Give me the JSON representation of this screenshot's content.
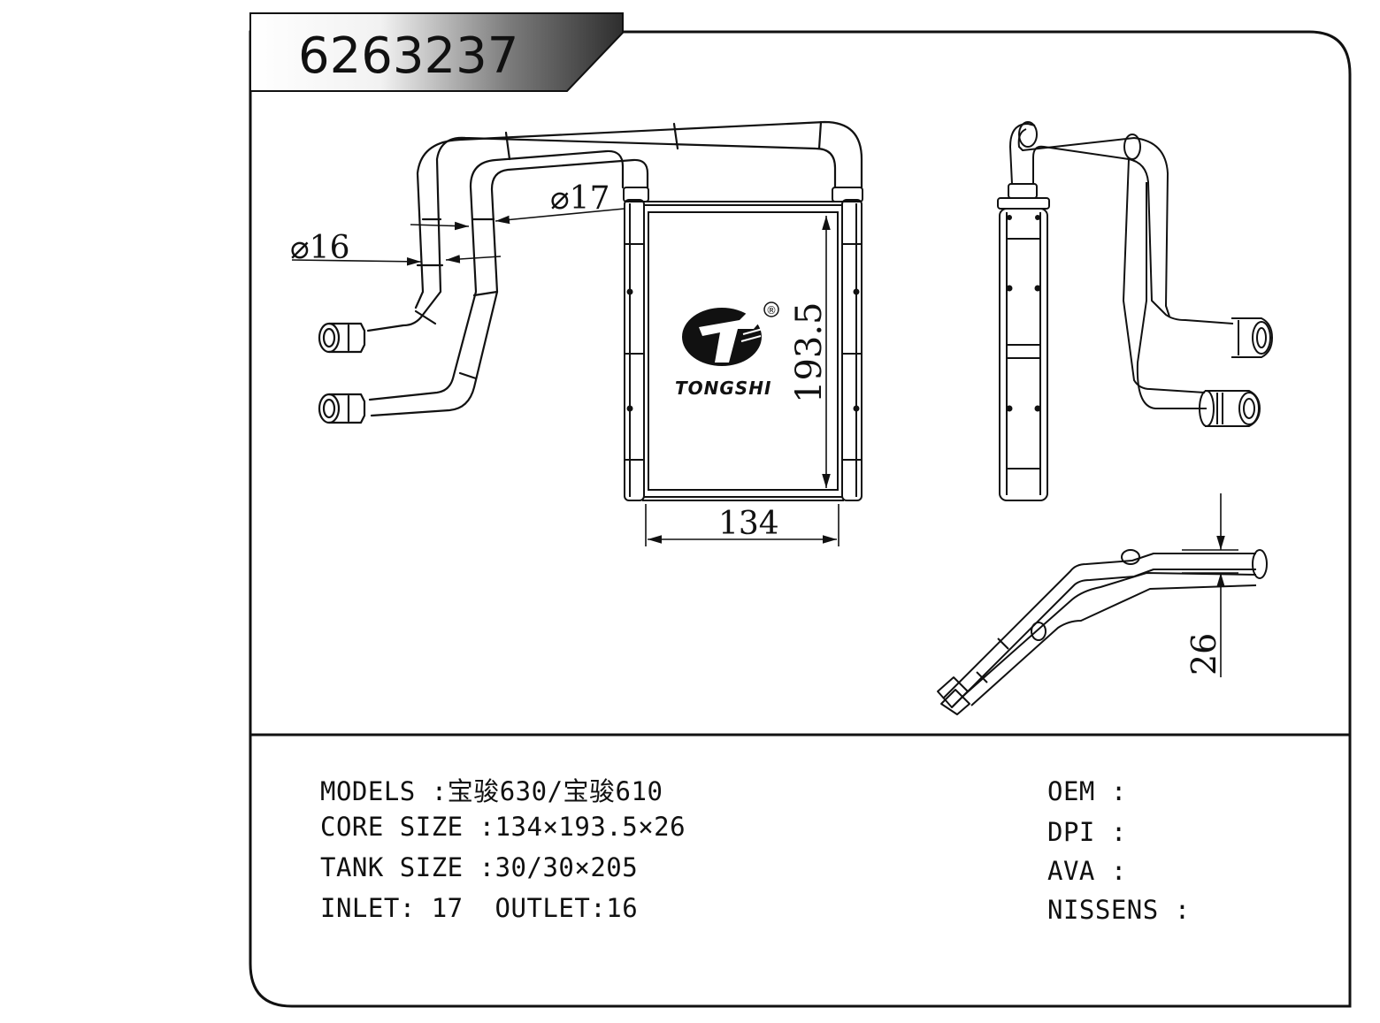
{
  "part_number": "6263237",
  "brand": {
    "name": "TONGSHI",
    "registered_mark": "®"
  },
  "dimensions": {
    "width": "134",
    "height": "193.5",
    "depth": "26",
    "inlet_diameter": "⌀17",
    "outlet_diameter": "⌀16"
  },
  "specs": {
    "models": {
      "label": "MODELS",
      "value": ":宝骏630/宝骏610"
    },
    "core_size": {
      "label": "CORE SIZE",
      "value": ":134×193.5×26"
    },
    "tank_size": {
      "label": "TANK SIZE",
      "value": ":30/30×205"
    },
    "inlet_outlet": {
      "label": "INLET: 17  OUTLET:16"
    }
  },
  "references": [
    {
      "label": "OEM",
      "sep": ":"
    },
    {
      "label": "DPI",
      "sep": ":"
    },
    {
      "label": "AVA",
      "sep": ":"
    },
    {
      "label": "NISSENS",
      "sep": ":"
    }
  ]
}
